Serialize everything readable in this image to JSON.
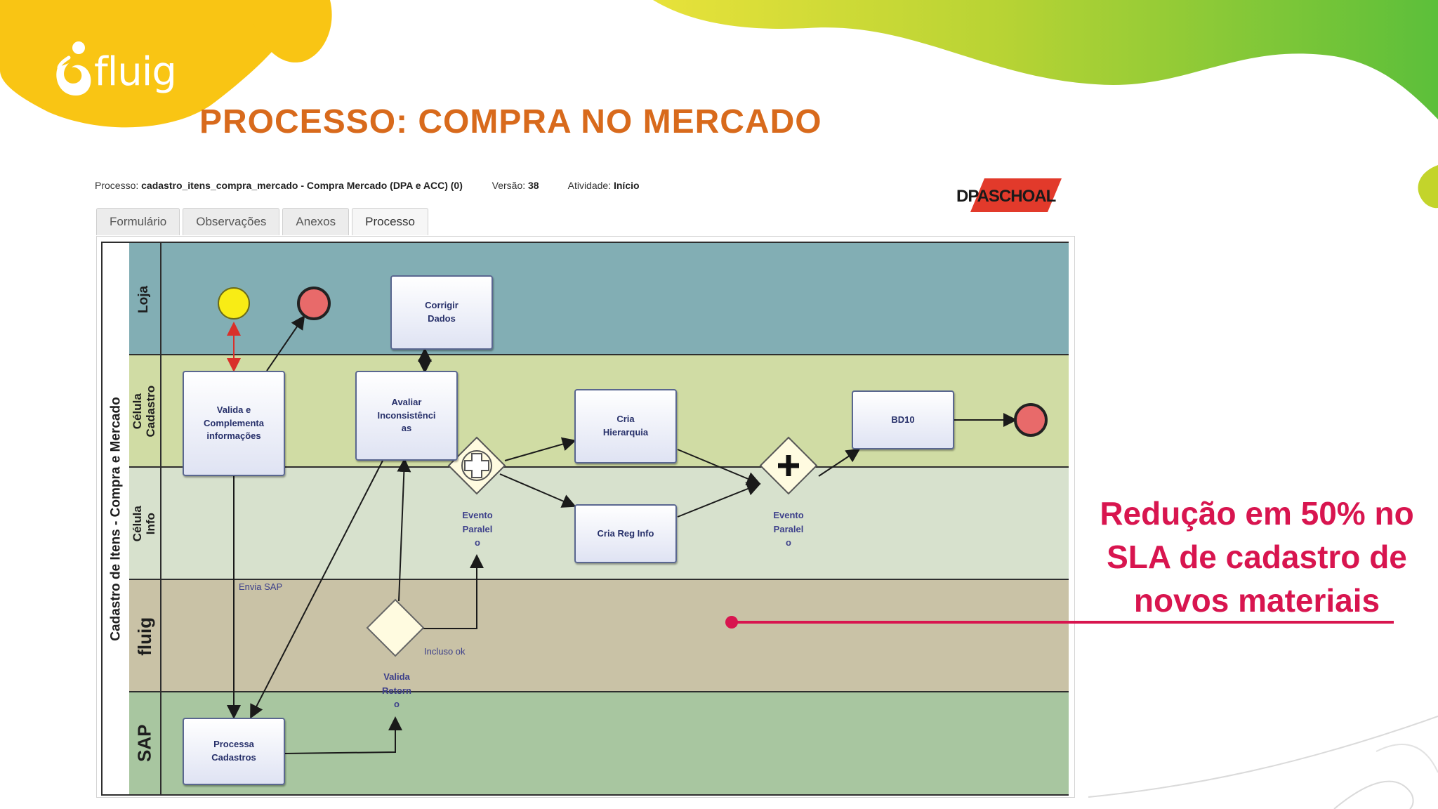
{
  "brand": {
    "logo_text": "fluig",
    "partner_logo_text": "DPASCHOAL"
  },
  "slide_title": "PROCESSO: COMPRA NO MERCADO",
  "process_info": {
    "processo_label": "Processo:",
    "processo_value": "cadastro_itens_compra_mercado - Compra Mercado (DPA e ACC) (0)",
    "versao_label": "Versão:",
    "versao_value": "38",
    "atividade_label": "Atividade:",
    "atividade_value": "Início"
  },
  "tabs": [
    {
      "label": "Formulário",
      "active": false
    },
    {
      "label": "Observações",
      "active": false
    },
    {
      "label": "Anexos",
      "active": false
    },
    {
      "label": "Processo",
      "active": true
    }
  ],
  "diagram": {
    "pool_title": "Cadastro de Itens - Compra e Mercado",
    "lanes": [
      {
        "name": "Loja",
        "color": "#82aeb4"
      },
      {
        "name": "Célula\nCadastro",
        "color": "#d0dca4"
      },
      {
        "name": "Célula\nInfo",
        "color": "#d7e1cd"
      },
      {
        "name": "fluig",
        "color": "#c9c2a6"
      },
      {
        "name": "SAP",
        "color": "#a8c6a0"
      }
    ],
    "tasks": {
      "corrigir_dados": "Corrigir\nDados",
      "valida_complementa": "Valida e\nComplementa\ninformações",
      "avaliar_inconsistencias": "Avaliar\nInconsistênci\nas",
      "cria_hierarquia": "Cria\nHierarquia",
      "bd10": "BD10",
      "cria_reg_info": "Cria Reg Info",
      "processa_cadastros": "Processa\nCadastros"
    },
    "labels": {
      "evento_paralelo_1": "Evento\nParalel\no",
      "evento_paralelo_2": "Evento\nParalel\no",
      "envia_sap": "Envia SAP",
      "incluso_ok": "Incluso ok",
      "valida_retorno": "Valida\nRetorn\no"
    }
  },
  "callout": {
    "text": "Redução em 50% no SLA de cadastro de novos materiais",
    "color": "#d8154f"
  }
}
